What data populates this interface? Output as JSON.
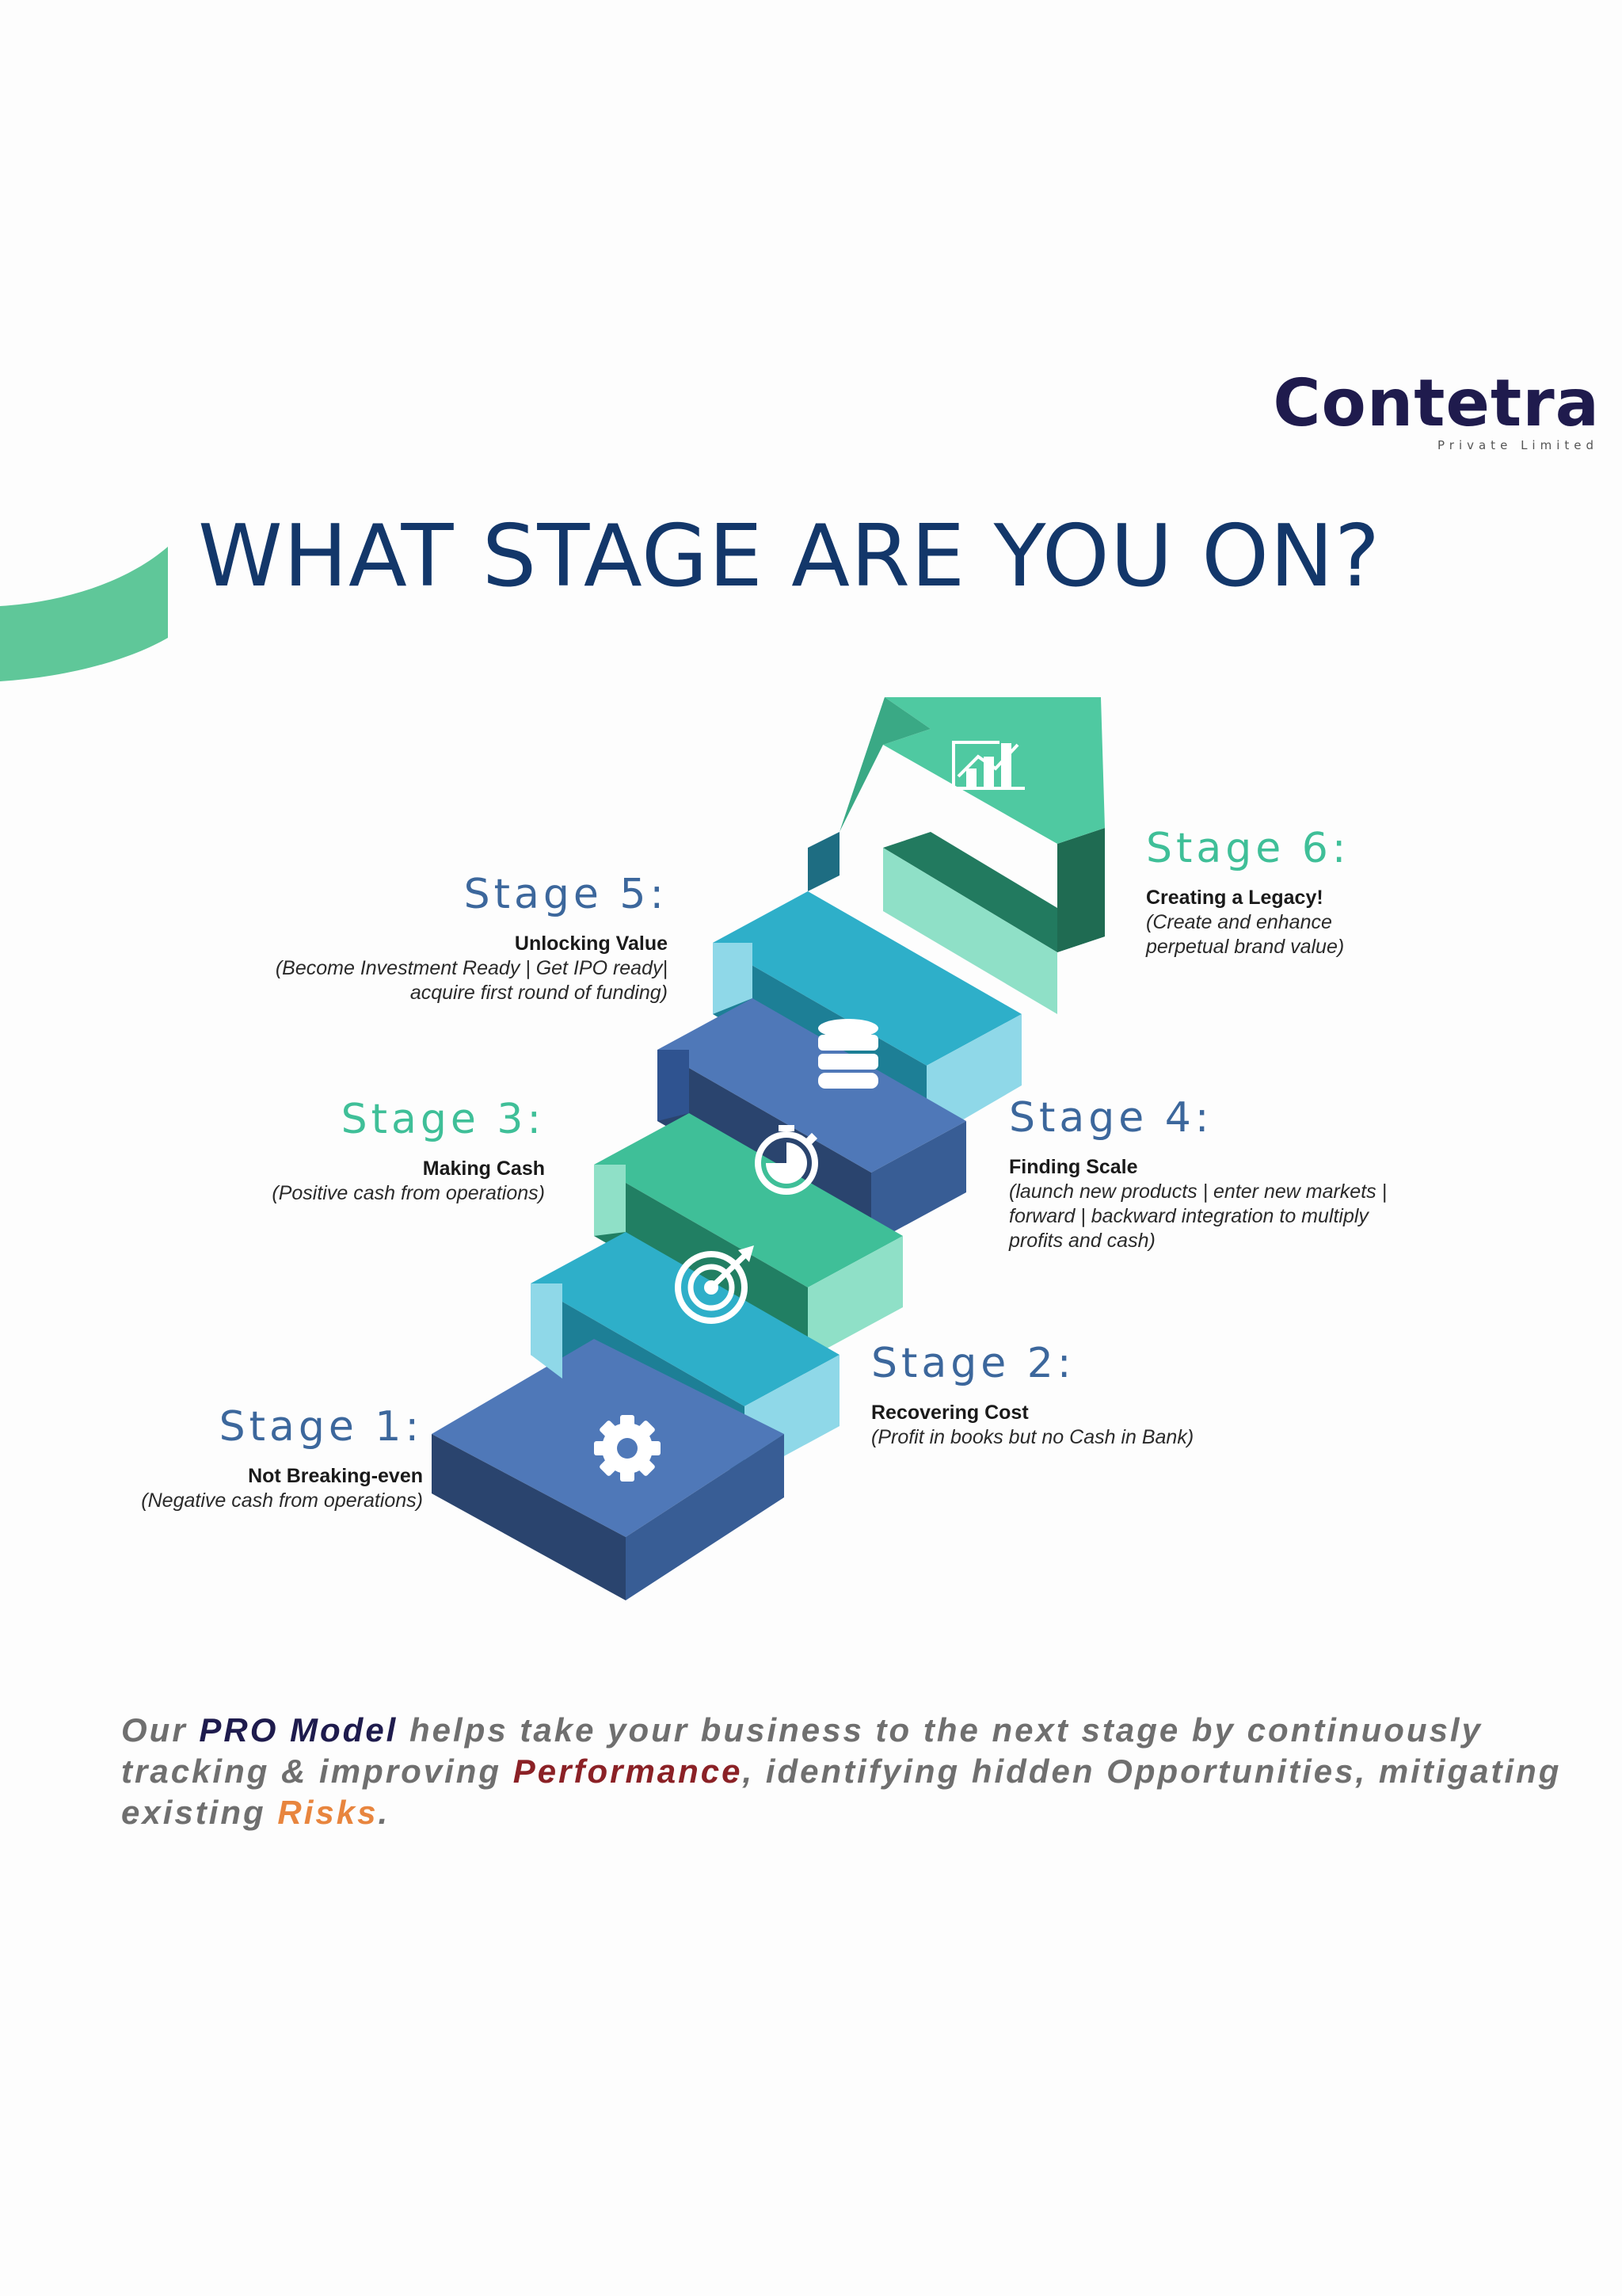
{
  "logo": {
    "word": "Contetra",
    "sub": "Private Limited"
  },
  "title": "WHAT STAGE ARE YOU ON?",
  "stages": [
    {
      "label": "Stage 1:",
      "name": "Not Breaking-even",
      "desc": [
        "(Negative cash from operations)"
      ],
      "icon": "gear-icon"
    },
    {
      "label": "Stage 2:",
      "name": "Recovering Cost",
      "desc": [
        "(Profit in books but no Cash in Bank)"
      ],
      "icon": "target-icon"
    },
    {
      "label": "Stage 3:",
      "name": "Making Cash",
      "desc": [
        "(Positive cash from operations)"
      ],
      "icon": "stopwatch-icon"
    },
    {
      "label": "Stage 4:",
      "name": "Finding Scale",
      "desc": [
        "(launch new products | enter new markets |",
        "forward | backward integration to multiply",
        "profits and cash)"
      ],
      "icon": "database-icon"
    },
    {
      "label": "Stage 5:",
      "name": "Unlocking Value",
      "desc": [
        "(Become Investment Ready | Get IPO ready|",
        "acquire first round of funding)"
      ],
      "icon": null
    },
    {
      "label": "Stage 6:",
      "name": "Creating a Legacy!",
      "desc": [
        "(Create and enhance",
        "perpetual brand value)"
      ],
      "icon": "bar-chart-icon"
    }
  ],
  "footer": {
    "t1": "Our ",
    "pro": "PRO Model",
    "t2": " helps take your business to the next stage by continuously tracking & improving ",
    "perf": "Performance",
    "t3": ", identifying hidden Opportunities, mitigating existing ",
    "risk": "Risks",
    "t4": "."
  },
  "colors": {
    "navy": "#13376a",
    "stage_label_blue": "#3c679c",
    "stage_label_green": "#3fbf98",
    "pro": "#1e1b4d",
    "performance": "#8b2126",
    "risks": "#e8853e",
    "swoosh": "#5fc799"
  }
}
